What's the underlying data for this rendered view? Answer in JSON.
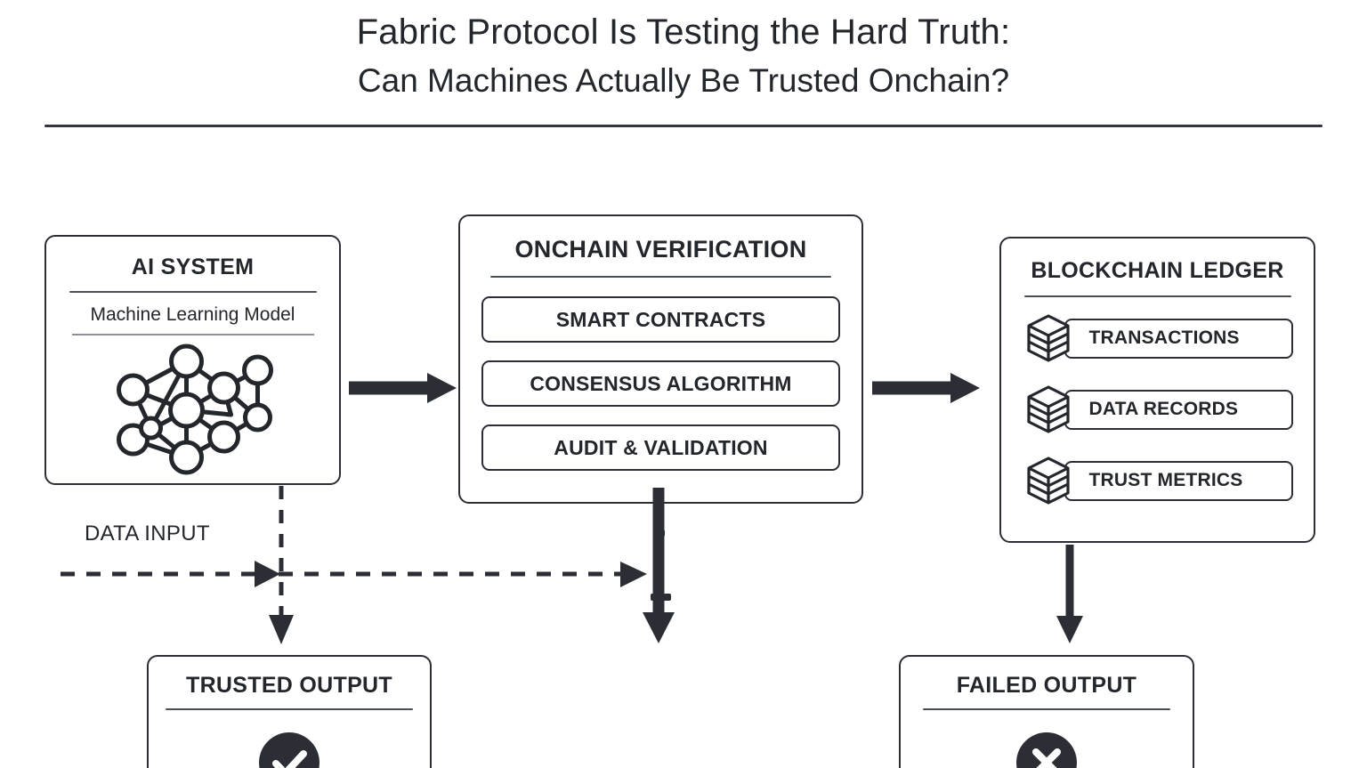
{
  "header": {
    "title_line1": "Fabric Protocol Is Testing the Hard Truth:",
    "title_line2": "Can Machines Actually Be Trusted Onchain?"
  },
  "diagram": {
    "ai_system": {
      "title": "AI SYSTEM",
      "subtitle": "Machine Learning Model",
      "icon": "neural-network-icon"
    },
    "onchain_verification": {
      "title": "ONCHAIN VERIFICATION",
      "steps": [
        {
          "label": "SMART CONTRACTS"
        },
        {
          "label": "CONSENSUS ALGORITHM"
        },
        {
          "label": "AUDIT & VALIDATION"
        }
      ]
    },
    "blockchain_ledger": {
      "title": "BLOCKCHAIN LEDGER",
      "items": [
        {
          "label": "TRANSACTIONS",
          "icon": "block-cube-icon"
        },
        {
          "label": "DATA RECORDS",
          "icon": "block-cube-icon"
        },
        {
          "label": "TRUST METRICS",
          "icon": "block-cube-icon"
        }
      ]
    },
    "trusted_output": {
      "title": "TRUSTED OUTPUT",
      "status_icon": "check-circle-icon"
    },
    "failed_output": {
      "title": "FAILED OUTPUT",
      "status_icon": "x-circle-icon"
    },
    "connectors": {
      "data_input_label": "DATA INPUT"
    }
  },
  "colors": {
    "ink": "#23272c",
    "stroke": "#2b2f35",
    "rule": "#4a4f56",
    "badge": "#2b2f35",
    "background": "#ffffff"
  }
}
